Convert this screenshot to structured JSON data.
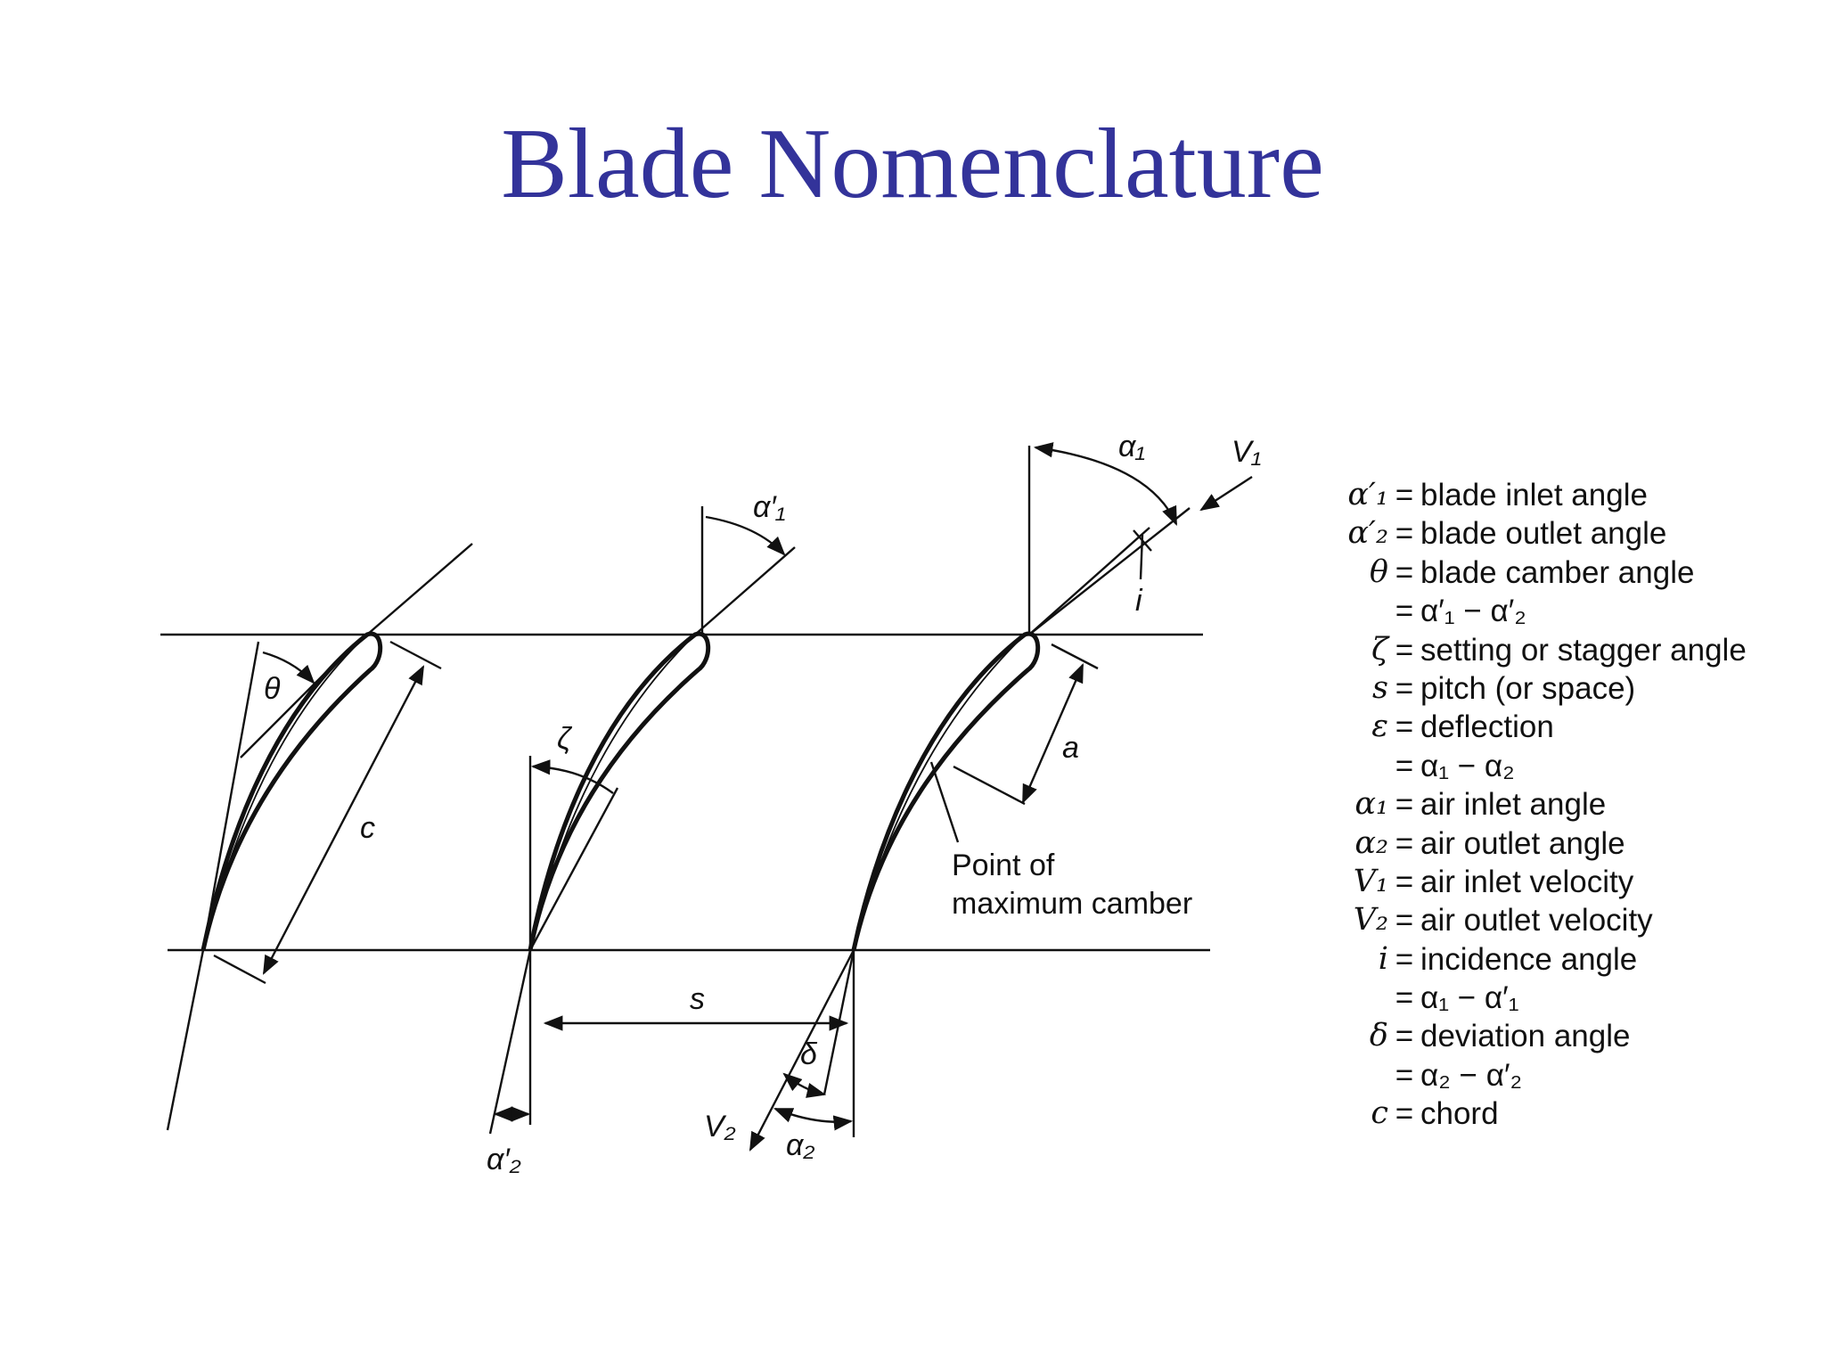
{
  "title": "Blade Nomenclature",
  "diagram": {
    "labels": {
      "alpha1": "α₁",
      "v1": "V₁",
      "alpha1_prime": "α′₁",
      "incidence": "i",
      "theta": "θ",
      "zeta": "ζ",
      "chord": "c",
      "a": "a",
      "max_camber_line1": "Point of",
      "max_camber_line2": "maximum camber",
      "pitch": "s",
      "delta": "δ",
      "v2": "V₂",
      "alpha2": "α₂",
      "alpha2_prime": "α′₂"
    }
  },
  "legend": [
    {
      "symbol": "α′₁",
      "eq": "=",
      "text": "blade inlet angle"
    },
    {
      "symbol": "α′₂",
      "eq": "=",
      "text": "blade outlet angle"
    },
    {
      "symbol": "θ",
      "eq": "=",
      "text": "blade camber angle"
    },
    {
      "symbol": "",
      "eq": "=",
      "text": "α′₁ − α′₂"
    },
    {
      "symbol": "ζ",
      "eq": "=",
      "text": "setting or stagger angle"
    },
    {
      "symbol": "s",
      "eq": "=",
      "text": "pitch (or space)"
    },
    {
      "symbol": "ε",
      "eq": "=",
      "text": "deflection"
    },
    {
      "symbol": "",
      "eq": "=",
      "text": "α₁ − α₂"
    },
    {
      "symbol": "α₁",
      "eq": "=",
      "text": "air inlet angle"
    },
    {
      "symbol": "α₂",
      "eq": "=",
      "text": "air outlet angle"
    },
    {
      "symbol": "V₁",
      "eq": "=",
      "text": "air inlet velocity"
    },
    {
      "symbol": "V₂",
      "eq": "=",
      "text": "air outlet velocity"
    },
    {
      "symbol": "i",
      "eq": "=",
      "text": "incidence angle"
    },
    {
      "symbol": "",
      "eq": "=",
      "text": "α₁ − α′₁"
    },
    {
      "symbol": "δ",
      "eq": "=",
      "text": "deviation angle"
    },
    {
      "symbol": "",
      "eq": "=",
      "text": "α₂ − α′₂"
    },
    {
      "symbol": "c",
      "eq": "=",
      "text": "chord"
    }
  ]
}
